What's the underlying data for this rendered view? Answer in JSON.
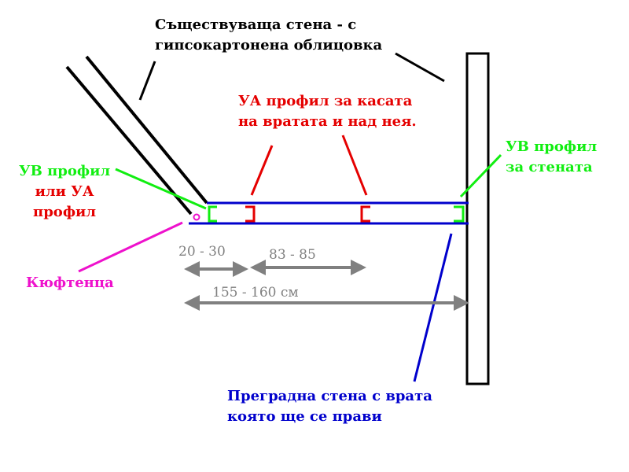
{
  "colors": {
    "black": "#000000",
    "red": "#e50000",
    "green": "#11ee11",
    "blue": "#0000cc",
    "magenta": "#ee11cc",
    "gray": "#808080"
  },
  "labels": {
    "existing_wall": [
      "Съществуваща стена - с",
      "гипсокартонена облицовка"
    ],
    "ua_profile": [
      "УА профил за касата",
      "на вратата и над нея."
    ],
    "uv_profile_left": [
      "УВ профил",
      "или УА",
      "профил"
    ],
    "uv_profile_right": [
      "УВ профил",
      "за стената"
    ],
    "kyuftentsa": "Кюфтенца",
    "partition_wall": [
      "Преградна стена с врата",
      "която ще се прави"
    ]
  },
  "dimensions": {
    "d1": "20 - 30",
    "d2": "83 - 85",
    "d3": "155 - 160 см"
  }
}
